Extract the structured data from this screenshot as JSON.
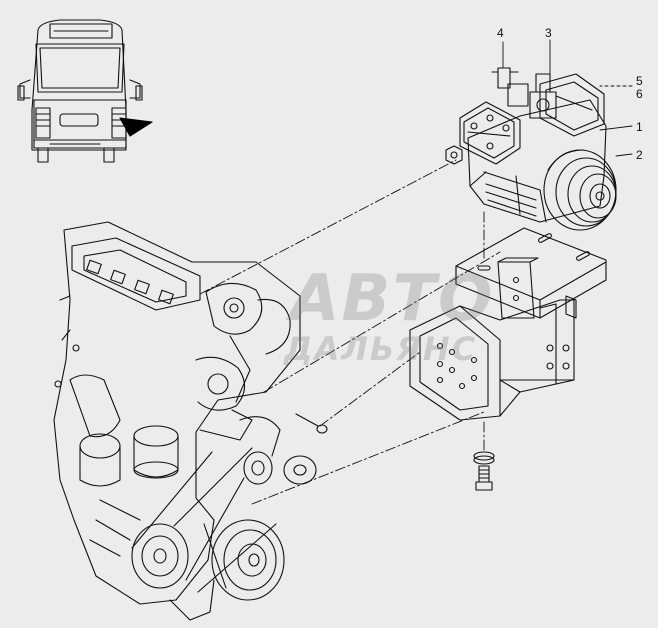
{
  "callouts": [
    {
      "id": "4",
      "label": "4"
    },
    {
      "id": "3",
      "label": "3"
    },
    {
      "id": "5",
      "label": "5"
    },
    {
      "id": "6",
      "label": "6"
    },
    {
      "id": "1",
      "label": "1"
    },
    {
      "id": "2",
      "label": "2"
    }
  ],
  "watermark": {
    "line1": "АВТО",
    "line2": "ДАЛЬЯНС"
  },
  "colors": {
    "background": "#ececec",
    "ink": "#111111",
    "arrow": "#000000"
  }
}
